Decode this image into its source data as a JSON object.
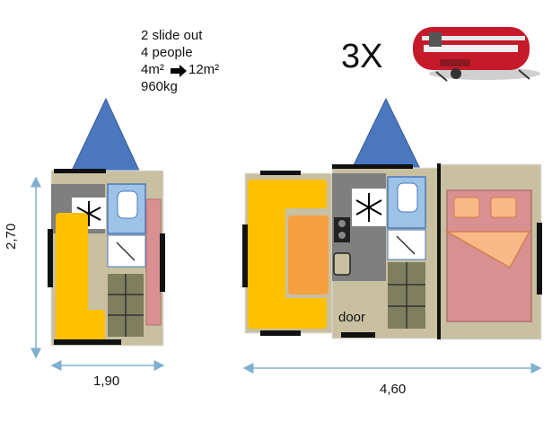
{
  "specs": {
    "slide_out": "2 slide out",
    "people": "4 people",
    "area_from": "4m²",
    "area_to": "12m²",
    "weight": "960kg"
  },
  "expansion_label": "3X",
  "dimensions": {
    "closed_height": "2,70",
    "closed_width": "1,90",
    "open_width": "4,60"
  },
  "door_label": "door",
  "icons": {
    "freezer": "snowflake-icon",
    "arrow": "arrow-right-icon",
    "sink": "sink-icon"
  },
  "colors": {
    "floor": "#c8c0a0",
    "seat": "#ffc000",
    "table": "#f5a040",
    "bed": "#d89090",
    "hitch": "#4a78c0",
    "wall": "#111111",
    "counter": "#7f7f7f",
    "storage": "#7f7f5f",
    "bathroom": "#9dc3e6"
  }
}
